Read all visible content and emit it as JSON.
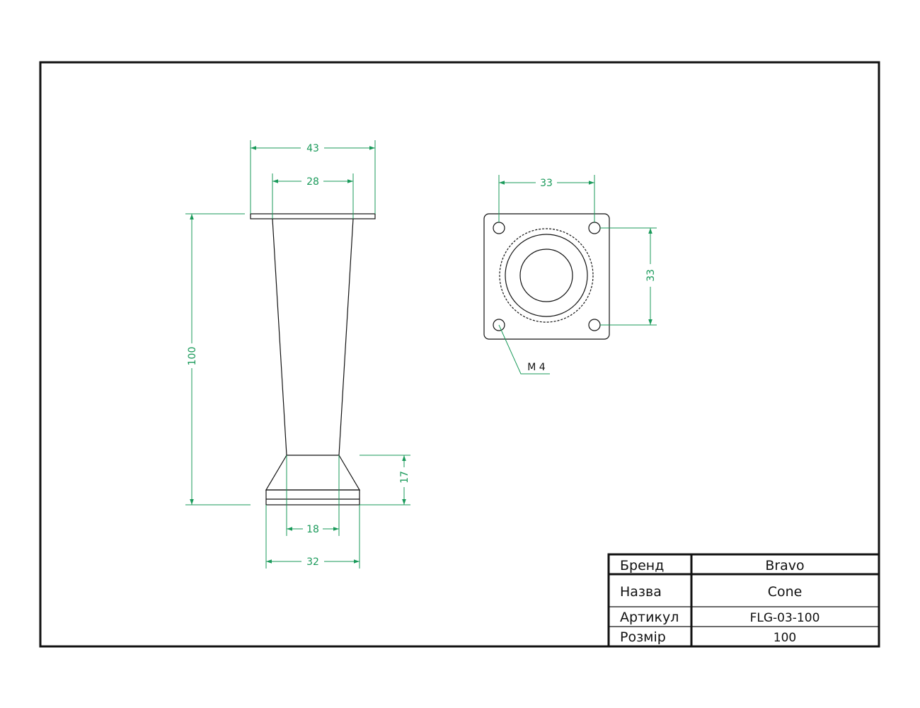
{
  "colors": {
    "outline": "#111111",
    "dimension": "#1a9a5a"
  },
  "dimensions": {
    "plate_width": "43",
    "cone_top_width": "28",
    "height": "100",
    "base_height": "17",
    "cone_bottom_width": "18",
    "base_width": "32",
    "hole_spacing_x": "33",
    "hole_spacing_y": "33",
    "thread": "M 4"
  },
  "title_block": {
    "brand_label": "Бренд",
    "brand_value": "Bravo",
    "name_label": "Назва",
    "name_value": "Cone",
    "article_label": "Артикул",
    "article_value": "FLG-03-100",
    "size_label": "Розмір",
    "size_value": "100"
  }
}
